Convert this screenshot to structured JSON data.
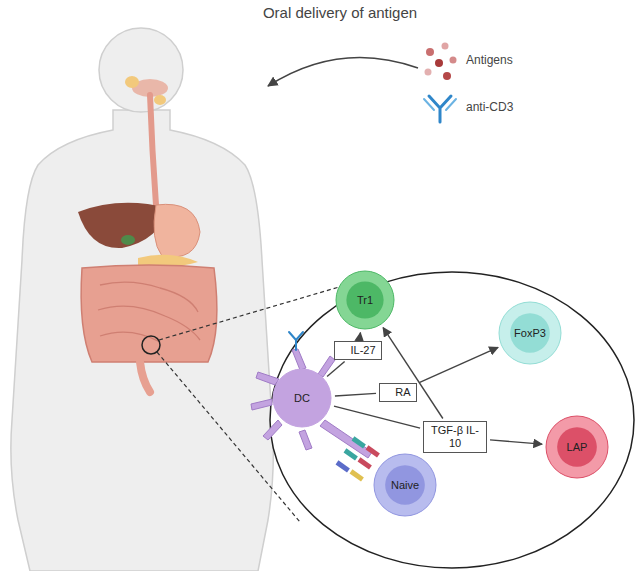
{
  "diagram": {
    "title": "Oral delivery of antigen",
    "nodes": [
      {
        "text": [
          "Tr1"
        ]
      },
      {
        "text": [
          "FoxP3"
        ]
      },
      {
        "text": [
          "IL-27"
        ]
      },
      {
        "text": [
          "DC"
        ]
      },
      {
        "text": [
          "RA"
        ]
      },
      {
        "text": [
          "TGF-β IL-10"
        ]
      },
      {
        "text": [
          "LAP"
        ]
      },
      {
        "text": [
          "Naive"
        ]
      }
    ],
    "edges": [
      {
        "from": 3,
        "to": 2,
        "arrow": "none"
      },
      {
        "from": 2,
        "to": 0,
        "arrow": "to"
      },
      {
        "from": 3,
        "to": 4,
        "arrow": "none"
      },
      {
        "from": 4,
        "to": 1,
        "arrow": "to"
      },
      {
        "from": 3,
        "to": 5,
        "arrow": "none"
      },
      {
        "from": 5,
        "to": 0,
        "arrow": "to"
      },
      {
        "from": 5,
        "to": 6,
        "arrow": "to"
      }
    ],
    "legend": [
      {
        "text": "Antigens"
      },
      {
        "text": "anti-CD3"
      }
    ]
  }
}
